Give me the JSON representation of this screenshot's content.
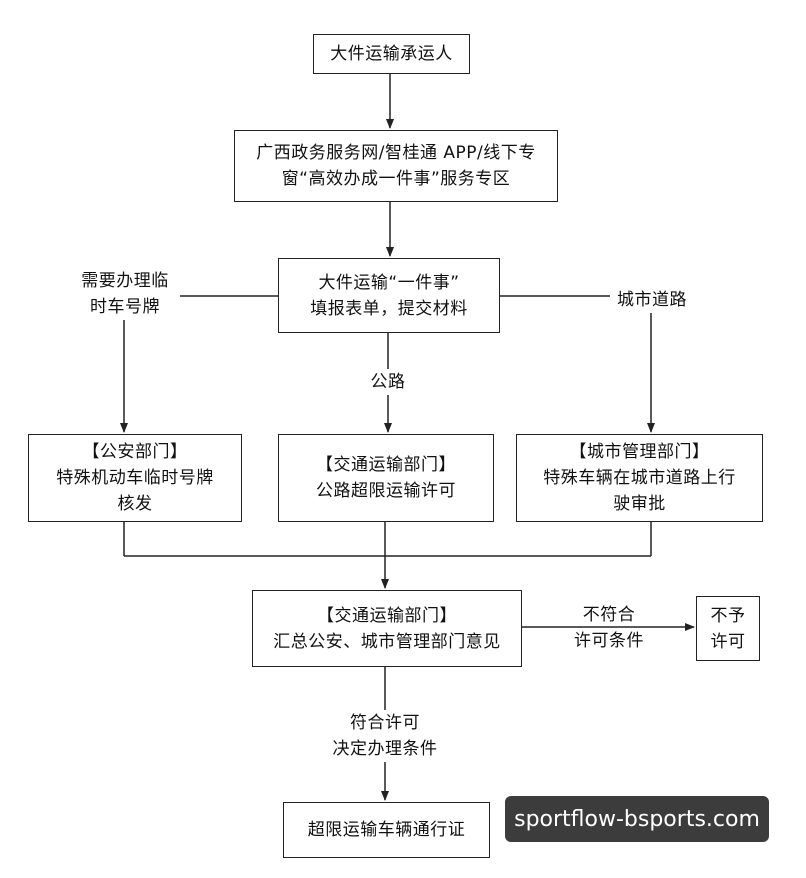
{
  "nodes": {
    "applicant": "大件运输承运人",
    "portal": [
      "广西政务服务网/智桂通 APP/线下专",
      "窗“高效办成一件事”服务专区"
    ],
    "submit": [
      "大件运输“一件事”",
      "填报表单，提交材料"
    ],
    "police": [
      "【公安部门】",
      "特殊机动车临时号牌",
      "核发"
    ],
    "transport": [
      "【交通运输部门】",
      "公路超限运输许可"
    ],
    "urban": [
      "【城市管理部门】",
      "特殊车辆在城市道路上行",
      "驶审批"
    ],
    "summary": [
      "【交通运输部门】",
      "汇总公安、城市管理部门意见"
    ],
    "reject": [
      "不予",
      "许可"
    ],
    "permit": "超限运输车辆通行证"
  },
  "edge_labels": {
    "temp_plate": [
      "需要办理临",
      "时车号牌"
    ],
    "urban_road": "城市道路",
    "highway": "公路",
    "not_qualified": [
      "不符合",
      "许可条件"
    ],
    "qualified": [
      "符合许可",
      "决定办理条件"
    ]
  },
  "watermark": "sportflow-bsports.com"
}
